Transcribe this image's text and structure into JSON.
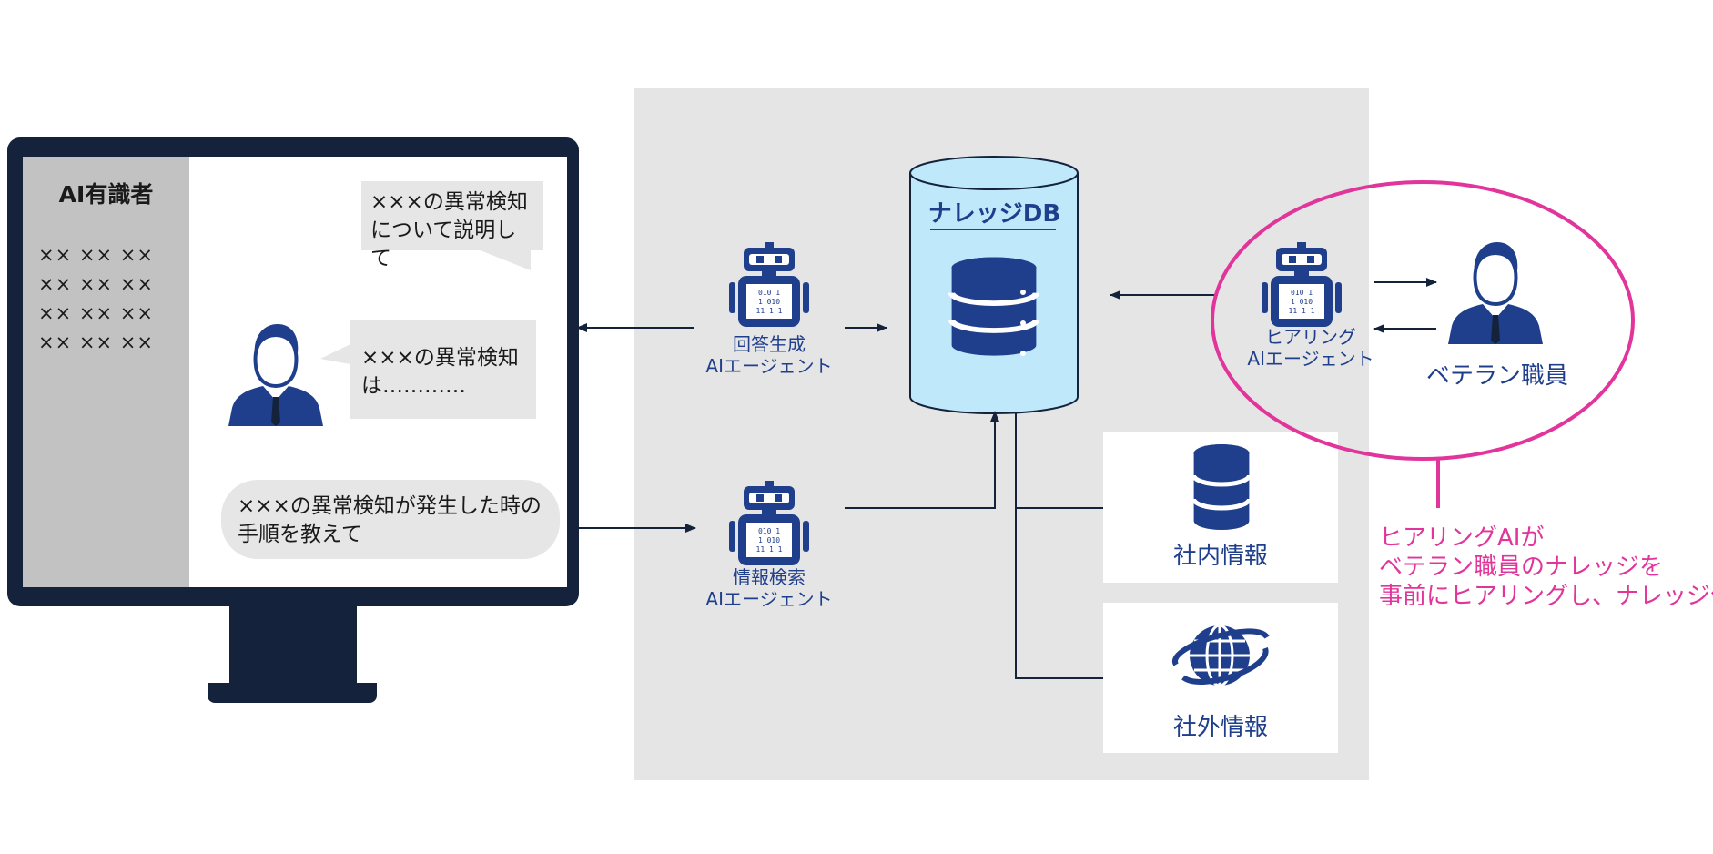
{
  "colors": {
    "navy": "#14233b",
    "brand_blue": "#1f3f8c",
    "db_fill": "#bfe9fb",
    "panel_gray": "#e5e5e5",
    "highlight_pink": "#e1359b"
  },
  "monitor": {
    "sidebar_title": "AI有識者",
    "sidebar_lines": [
      "×× ×× ××",
      "×× ×× ××",
      "×× ×× ××",
      "×× ×× ××"
    ],
    "bubble_top": [
      "×××の異常検知",
      "について説明して"
    ],
    "bubble_answer": [
      "×××の異常検知",
      "は…………"
    ],
    "bubble_question": [
      "×××の異常検知が発生した時の",
      "手順を教えて"
    ]
  },
  "agents": {
    "answer": [
      "回答生成",
      "AIエージェント"
    ],
    "search": [
      "情報検索",
      "AIエージェント"
    ],
    "hearing": [
      "ヒアリング",
      "AIエージェント"
    ]
  },
  "knowledge_db": {
    "title": "ナレッジDB"
  },
  "sources": {
    "internal": "社内情報",
    "external": "社外情報"
  },
  "veteran": {
    "label": "ベテラン職員"
  },
  "note": [
    "ヒアリングAIが",
    "ベテラン職員のナレッジを",
    "事前にヒアリングし、ナレッジ化"
  ],
  "icons": [
    "person-icon",
    "robot-icon",
    "database-icon",
    "globe-icon",
    "arrow-icon"
  ]
}
